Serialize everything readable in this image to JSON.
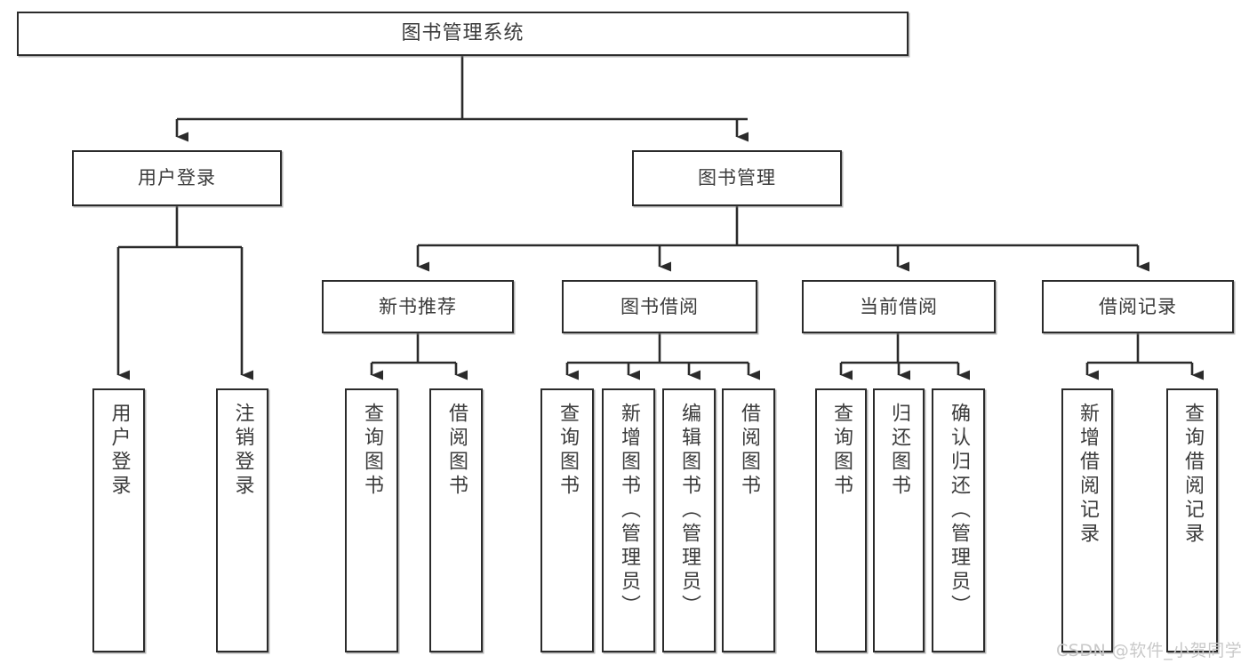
{
  "diagram": {
    "type": "tree-hierarchy-chart",
    "title_text": "图书管理系统",
    "stroke_color": "#2b2b2b",
    "text_color": "#3b3b3b",
    "background_color": "#ffffff",
    "levels": {
      "root": {
        "label": "图书管理系统"
      },
      "level2": [
        {
          "label": "用户登录"
        },
        {
          "label": "图书管理"
        }
      ],
      "level3": [
        {
          "label": "新书推荐"
        },
        {
          "label": "图书借阅"
        },
        {
          "label": "当前借阅"
        },
        {
          "label": "借阅记录"
        }
      ],
      "leaves": [
        {
          "label": "用户登录",
          "parent": "用户登录"
        },
        {
          "label": "注销登录",
          "parent": "用户登录"
        },
        {
          "label": "查询图书",
          "parent": "新书推荐"
        },
        {
          "label": "借阅图书",
          "parent": "新书推荐"
        },
        {
          "label": "查询图书",
          "parent": "图书借阅"
        },
        {
          "label": "新增图书（管理员）",
          "parent": "图书借阅"
        },
        {
          "label": "编辑图书（管理员）",
          "parent": "图书借阅"
        },
        {
          "label": "借阅图书",
          "parent": "图书借阅"
        },
        {
          "label": "查询图书",
          "parent": "当前借阅"
        },
        {
          "label": "归还图书",
          "parent": "当前借阅"
        },
        {
          "label": "确认归还（管理员）",
          "parent": "当前借阅"
        },
        {
          "label": "新增借阅记录",
          "parent": "借阅记录"
        },
        {
          "label": "查询借阅记录",
          "parent": "借阅记录"
        }
      ]
    }
  },
  "watermark": {
    "text": "CSDN @软件_小贺同学",
    "color": "#c9c9c9"
  }
}
